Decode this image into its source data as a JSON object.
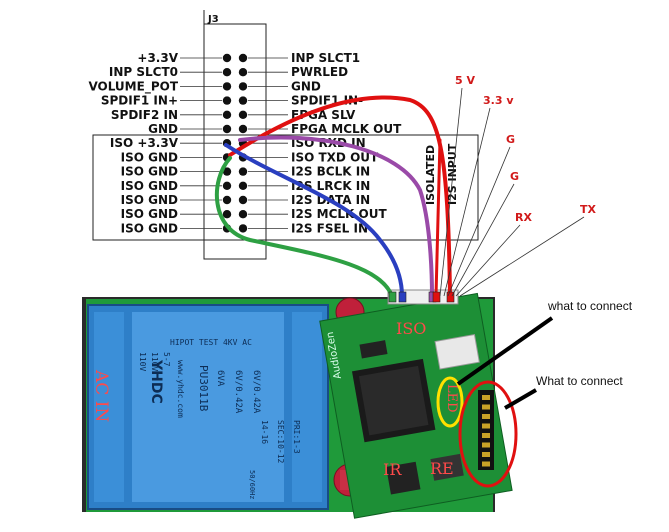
{
  "colors": {
    "red": "#e01010",
    "blue": "#2a3fc0",
    "purple": "#9a4aa8",
    "green": "#2ea043",
    "pcb": "#1f9a3a",
    "transformer": "#2e7fc8",
    "annotation_red": "#d11a1a"
  },
  "connector": {
    "title": "J3",
    "left_labels": [
      "+3.3V",
      "INP SLCT0",
      "VOLUME_POT",
      "SPDIF1 IN+",
      "SPDIF2 IN",
      "GND",
      "ISO +3.3V",
      "ISO GND",
      "ISO GND",
      "ISO GND",
      "ISO GND",
      "ISO GND",
      "ISO GND"
    ],
    "right_labels": [
      "INP SLCT1",
      "PWRLED",
      "GND",
      "SPDIF1 IN-",
      "FPGA SLV",
      "FPGA MCLK OUT",
      "ISO RXD IN",
      "ISO TXD OUT",
      "I2S BCLK IN",
      "I2S LRCK IN",
      "I2S DATA IN",
      "I2S MCLK OUT",
      "I2S FSEL IN"
    ]
  },
  "wire_labels": {
    "isolated": "ISOLATED",
    "i2s_input": "I2S INPUT"
  },
  "annotations": {
    "five_v": "5 V",
    "three_v": "3.3 v",
    "g1": "G",
    "g2": "G",
    "rx": "RX",
    "tx": "TX",
    "what_to_connect_1": "what to connect",
    "what_to_connect_2": "What to connect"
  },
  "board": {
    "transformer_top": "HIPOT TEST 4KV AC",
    "transformer_brand": "YHDC",
    "transformer_volts": [
      "110V",
      "110V",
      "5-7"
    ],
    "transformer_specs": [
      "6VA",
      "6V/0.42A",
      "6V/0.42A"
    ],
    "transformer_model": "PU3011B",
    "transformer_pins": [
      "14-16",
      "SEC:10-12",
      "PRI:1-3"
    ],
    "transformer_url": "www.yhdc.com",
    "transformer_bottom": "50/60Hz",
    "ac_in": "AC IN",
    "iso_label": "ISO",
    "led_label": "LED",
    "ir_label": "IR",
    "re_label": "RE",
    "brand": "AudioZen"
  }
}
